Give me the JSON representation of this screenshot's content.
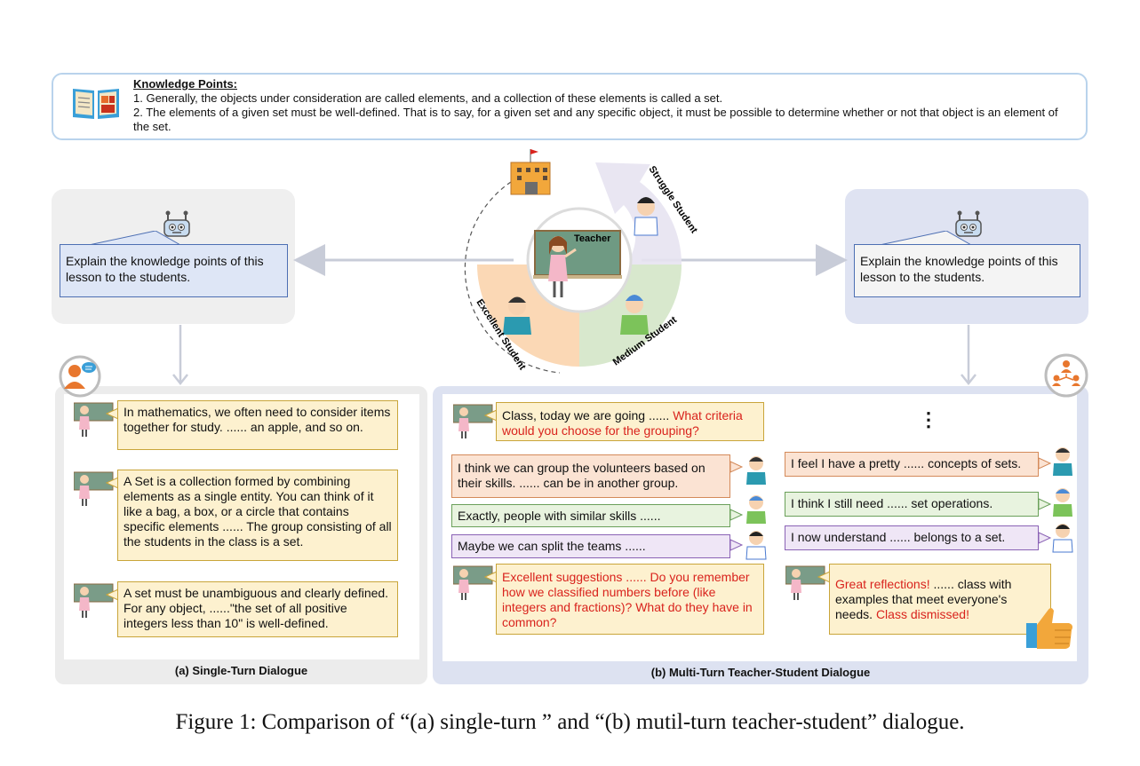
{
  "knowledge": {
    "title": "Knowledge Points:",
    "point1": "1. Generally, the objects under consideration are called elements, and a collection of these elements is called a set.",
    "point2": "2. The elements of a given set must be well-defined. That is to say, for a given set and any specific object, it must be possible to determine whether or not that object is an element of the set."
  },
  "prompt": {
    "left": "Explain the knowledge points of this lesson to the students.",
    "right": "Explain the knowledge points of this lesson to the students."
  },
  "center": {
    "teacher_label": "Teacher",
    "excellent": "Excellent Student",
    "medium": "Medium Student",
    "struggle": "Struggle Student"
  },
  "single_turn": {
    "caption": "(a) Single-Turn Dialogue",
    "bubbles": [
      "In mathematics, we often need to consider items together for study. ...... an apple, and so on.",
      "A Set is a collection formed by combining elements as a single entity. You can think of it like a bag, a box, or a circle that contains specific elements ...... The group consisting of all the students in the class is a set.",
      "A set must be unambiguous and clearly defined. For any object, ......\"the set of all positive integers less than 10\" is well-defined."
    ]
  },
  "multi_turn": {
    "caption": "(b) Multi-Turn Teacher-Student Dialogue",
    "t1_black": "Class, today we are going ...... ",
    "t1_red": "What criteria would you choose for the grouping?",
    "s1": "I think we can group the volunteers based on their skills. ...... can be in another group.",
    "s2": "Exactly, people with similar skills ......",
    "s3": "Maybe we can split the teams ......",
    "t2": "Excellent suggestions ...... Do you remember how we classified numbers before (like integers and fractions)? What do they have in common?",
    "ellipsis": "⋮",
    "r1": "I feel I have a pretty ...... concepts of sets.",
    "r2": "I think I still need ...... set operations.",
    "r3": "I now understand ......  belongs to a set.",
    "t3_red1": "Great reflections!",
    "t3_black": " ...... class with examples that meet everyone's needs. ",
    "t3_red2": "Class dismissed!"
  },
  "figure_caption": "Figure 1: Comparison of “(a) single-turn ” and “(b) mutil-turn teacher-student” dialogue.",
  "colors": {
    "bubble_yellow": "#fdf1cf",
    "bubble_orange": "#fbe3d3",
    "bubble_green": "#e8f3df",
    "bubble_purple": "#efe6f6",
    "highlight_red": "#d9231d",
    "excellent_arc": "#fbd8b5",
    "medium_arc": "#d8e8cd",
    "struggle_arc": "#e4dff0"
  },
  "icons": [
    "book-icon",
    "robot-icon",
    "school-building-icon",
    "teacher-icon",
    "student-icon",
    "single-user-chat-icon",
    "group-network-icon",
    "thumbs-up-icon"
  ]
}
